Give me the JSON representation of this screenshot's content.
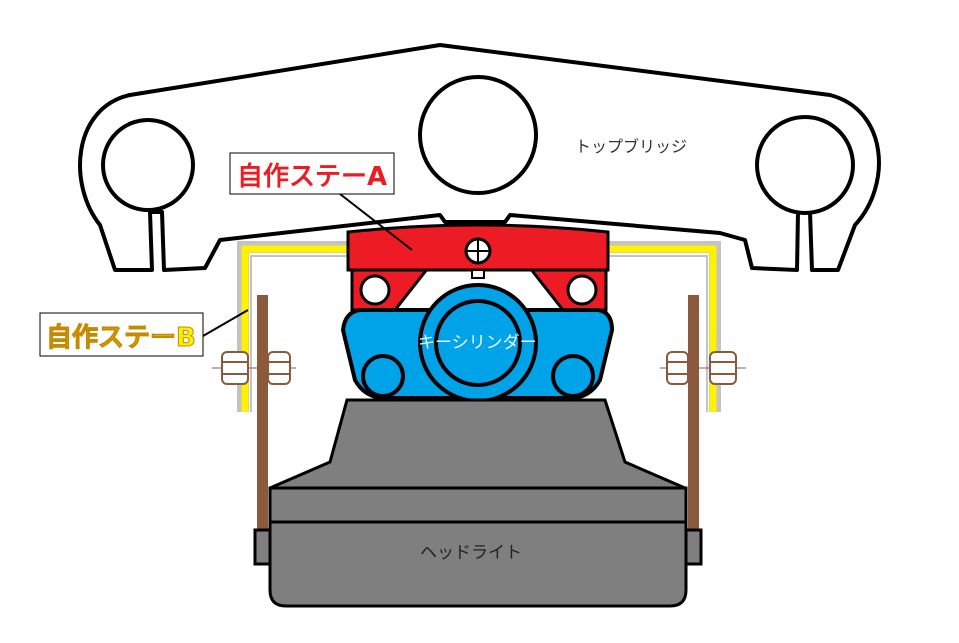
{
  "labels": {
    "top_bridge": "トップブリッジ",
    "key_cylinder": "キーシリンダー",
    "headlight": "ヘッドライト",
    "stay_a": "自作ステーA",
    "stay_b": "自作ステーB"
  },
  "colors": {
    "stay_a": "#ed1c24",
    "stay_b": "#fff200",
    "key_cylinder": "#00a2e8",
    "headlight": "#7f7f7f",
    "rod": "#8b5a3c"
  }
}
